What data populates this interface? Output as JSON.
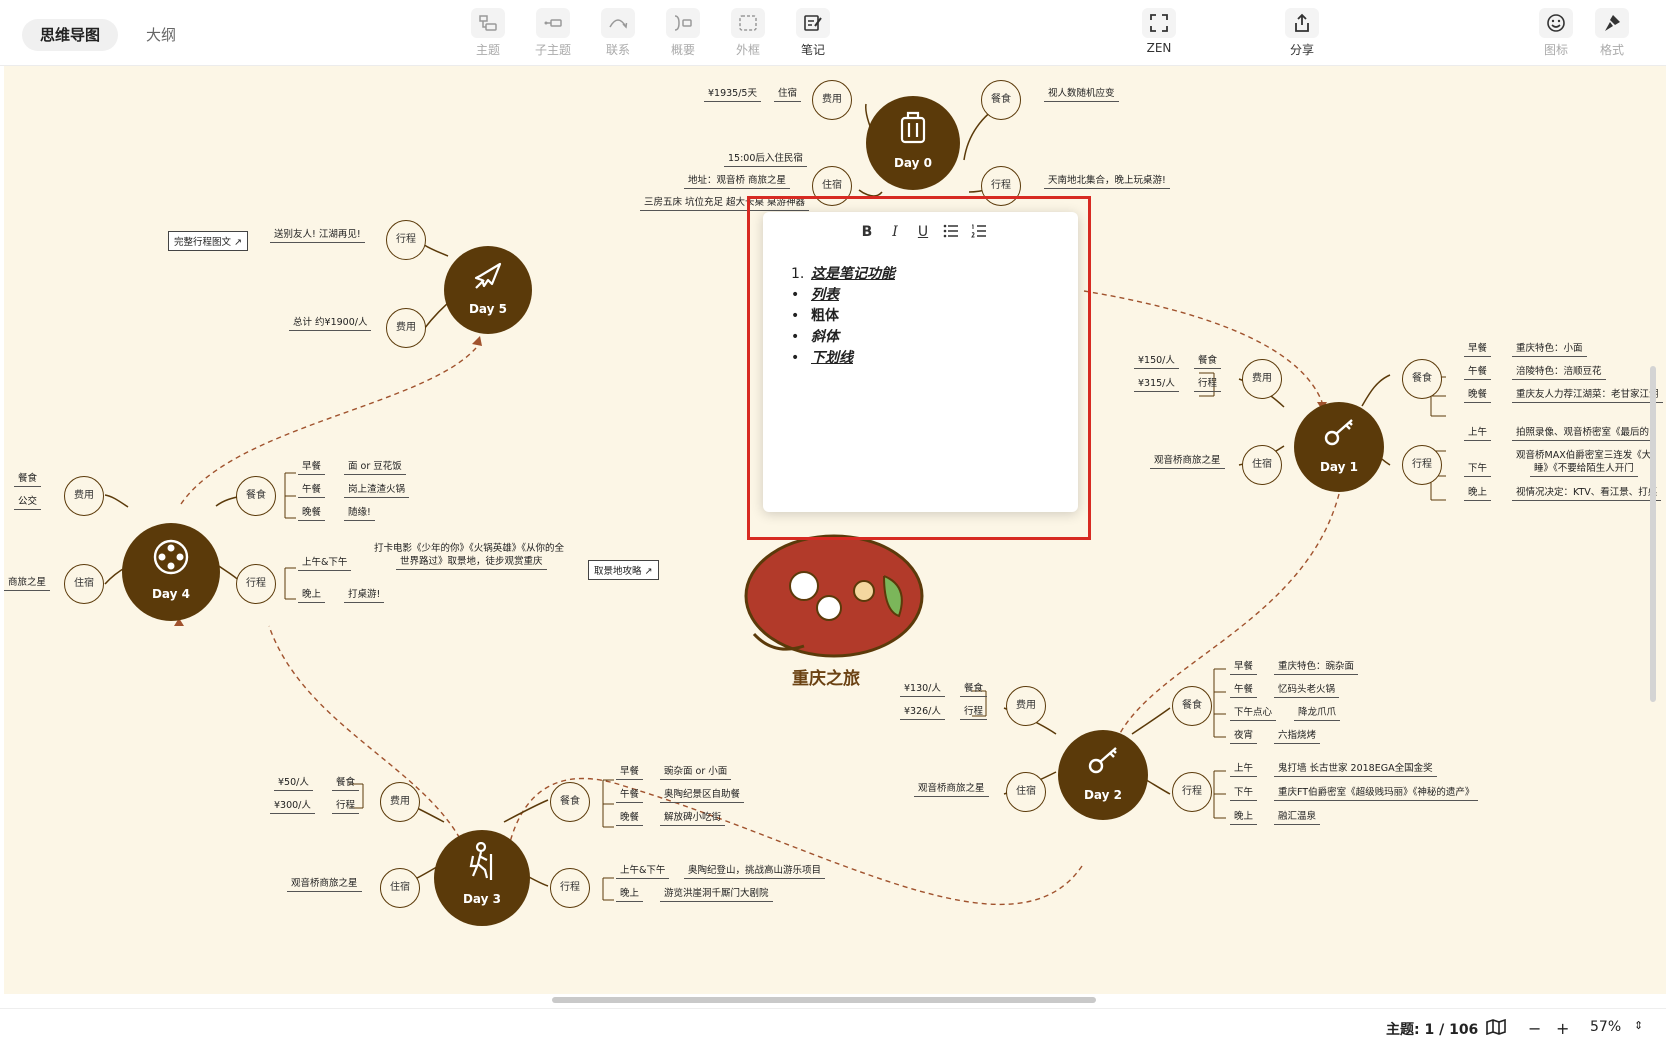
{
  "toolbar": {
    "view_tabs": [
      "思维导图",
      "大纲"
    ],
    "tools": [
      "主题",
      "子主题",
      "联系",
      "概要",
      "外框",
      "笔记",
      "ZEN",
      "分享",
      "图标",
      "格式"
    ]
  },
  "map": {
    "center_title": "重庆之旅",
    "day0": {
      "label": "Day 0",
      "sub": [
        "费用",
        "餐食",
        "住宿",
        "行程"
      ],
      "leaves": [
        "¥1935/5天",
        "住宿",
        "视人数随机应变",
        "15:00后入住民宿",
        "地址：观音桥 商旅之星",
        "三房五床 坑位充足 超大长桌 桌游神器",
        "天南地北集合，晚上玩桌游!"
      ]
    },
    "day1": {
      "label": "Day 1",
      "sub": [
        "费用",
        "餐食",
        "住宿",
        "行程"
      ],
      "leaves": [
        "¥150/人",
        "餐食",
        "¥315/人",
        "行程",
        "观音桥商旅之星",
        "早餐",
        "重庆特色：小面",
        "午餐",
        "涪陵特色：涪顺豆花",
        "晚餐",
        "重庆友人力荐江湖菜：老甘家江湖",
        "上午",
        "拍照录像、观音桥密室《最后的",
        "下午",
        "观音桥MAX伯爵密室三连发《大",
        "睡》《不要给陌生人开门",
        "晚上",
        "视情况决定：KTV、看江景、打桌"
      ]
    },
    "day2": {
      "label": "Day 2",
      "sub": [
        "费用",
        "餐食",
        "住宿",
        "行程"
      ],
      "leaves": [
        "¥130/人",
        "餐食",
        "¥326/人",
        "行程",
        "观音桥商旅之星",
        "早餐",
        "重庆特色：豌杂面",
        "午餐",
        "忆码头老火锅",
        "下午点心",
        "降龙爪爪",
        "夜宵",
        "六指烧烤",
        "上午",
        "鬼打墙 长古世家 2018EGA全国金奖",
        "下午",
        "重庆FT伯爵密室《超级贱玛丽》《神秘的遗产》",
        "晚上",
        "融汇温泉"
      ]
    },
    "day3": {
      "label": "Day 3",
      "sub": [
        "费用",
        "餐食",
        "住宿",
        "行程"
      ],
      "leaves": [
        "¥50/人",
        "餐食",
        "¥300/人",
        "行程",
        "观音桥商旅之星",
        "早餐",
        "豌杂面 or 小面",
        "午餐",
        "奥陶纪景区自助餐",
        "晚餐",
        "解放碑小吃街",
        "上午&下午",
        "奥陶纪登山，挑战高山游乐项目",
        "晚上",
        "游览洪崖洞千厮门大剧院"
      ]
    },
    "day4": {
      "label": "Day 4",
      "sub": [
        "费用",
        "餐食",
        "住宿",
        "行程"
      ],
      "leaves": [
        "餐食",
        "公交",
        "商旅之星",
        "早餐",
        "面 or 豆花饭",
        "午餐",
        "岗上渣渣火锅",
        "晚餐",
        "随缘!",
        "上午&下午",
        "打卡电影《少年的你》《火锅英雄》《从你的全",
        "世界路过》取景地，徒步观赏重庆",
        "取景地攻略",
        "晚上",
        "打桌游!"
      ]
    },
    "day5": {
      "label": "Day 5",
      "sub": [
        "行程",
        "费用"
      ],
      "leaves": [
        "送别友人! 江湖再见!",
        "完整行程图文",
        "总计 约¥1900/人"
      ]
    }
  },
  "note": {
    "toolbar": [
      "B",
      "I",
      "U",
      "bulleted-list",
      "numbered-list"
    ],
    "items": [
      {
        "marker": "1.",
        "text": "这是笔记功能"
      },
      {
        "marker": "•",
        "text": "列表"
      },
      {
        "marker": "•",
        "text": "粗体"
      },
      {
        "marker": "•",
        "text": "斜体"
      },
      {
        "marker": "•",
        "text": "下划线"
      }
    ]
  },
  "status": {
    "topic_count": "主题: 1 / 106",
    "zoom": "57%"
  },
  "colors": {
    "node": "#5b3a0a",
    "canvas": "#fcf6e6",
    "connector": "#a0522d",
    "highlight": "#d72a22"
  }
}
